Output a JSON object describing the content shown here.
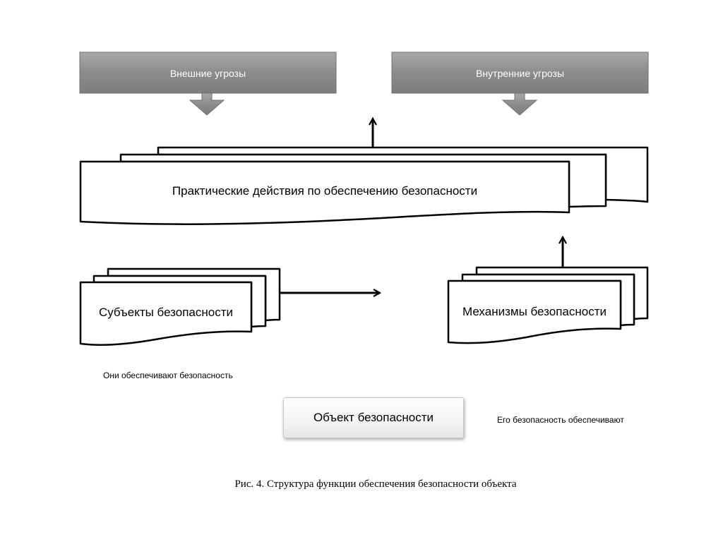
{
  "threats": {
    "external": "Внешние угрозы",
    "internal": "Внутренние угрозы"
  },
  "practical_actions": "Практические действия по обеспечению  безопасности",
  "subjects": "Субъекты безопасности",
  "mechanisms": "Механизмы безопасности",
  "subjects_note": "Они обеспечивают безопасность",
  "object": "Объект безопасности",
  "object_note": "Его безопасность обеспечивают",
  "caption": "Рис. 4. Структура функции обеспечения безопасности объекта"
}
